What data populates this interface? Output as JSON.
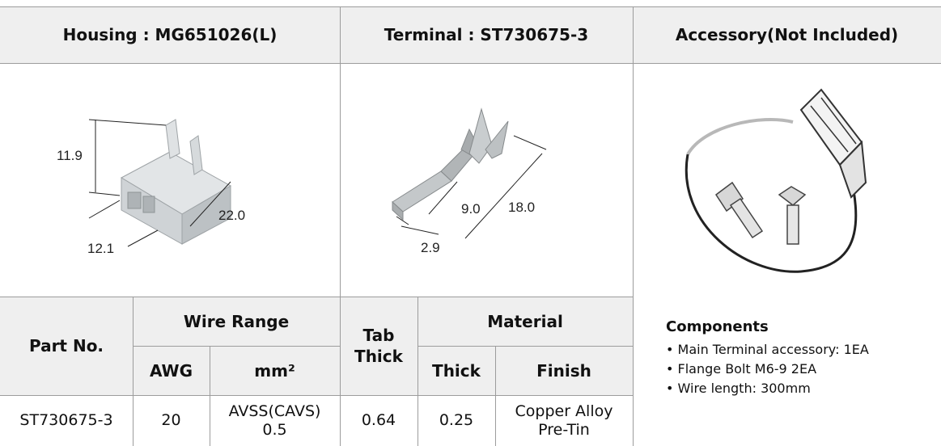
{
  "headers": {
    "housing": "Housing : MG651026(L)",
    "terminal": "Terminal : ST730675-3",
    "accessory": "Accessory(Not Included)"
  },
  "housing_drawing": {
    "height_label": "11.9",
    "width_label": "12.1",
    "length_label": "22.0",
    "part_color": "#cfd3d6"
  },
  "terminal_drawing": {
    "length_label_9": "9.0",
    "length_label_18": "18.0",
    "width_label": "2.9",
    "metal_color": "#b9bdbf"
  },
  "spec_table": {
    "part_no_header": "Part No.",
    "wire_range_header": "Wire Range",
    "awg_header": "AWG",
    "mm2_header": "mm²",
    "tab_thick_header": [
      "Tab",
      "Thick"
    ],
    "material_header": "Material",
    "thick_header": "Thick",
    "finish_header": "Finish",
    "row": {
      "part_no": "ST730675-3",
      "awg": "20",
      "mm2": [
        "AVSS(CAVS)",
        "0.5"
      ],
      "tab_thick": "0.64",
      "thick": "0.25",
      "finish": [
        "Copper Alloy",
        "Pre-Tin"
      ]
    }
  },
  "components": {
    "title": "Components",
    "items": [
      "• Main Terminal accessory: 1EA",
      "• Flange Bolt M6-9 2EA",
      "• Wire length: 300mm"
    ]
  },
  "colors": {
    "header_bg": "#efefef",
    "grid_line": "#9c9c9c"
  }
}
